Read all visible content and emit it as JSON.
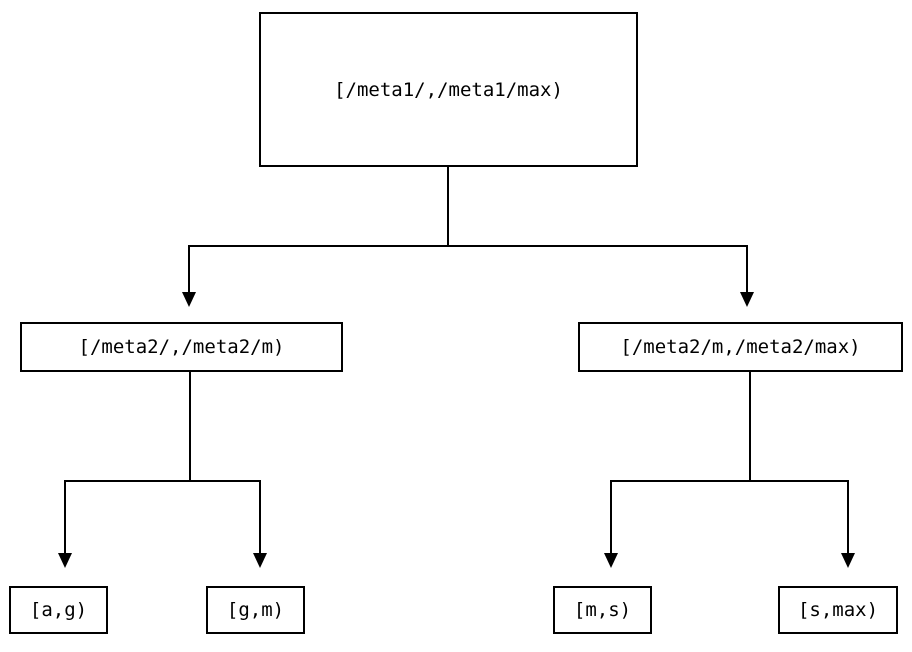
{
  "diagram": {
    "type": "range-partition-tree",
    "background_color": "#ffffff",
    "line_color": "#000000",
    "text_color": "#000000",
    "nodes": {
      "root": {
        "label": "[/meta1/,/meta1/max)"
      },
      "mid_left": {
        "label": "[/meta2/,/meta2/m)"
      },
      "mid_right": {
        "label": "[/meta2/m,/meta2/max)"
      },
      "leaf_1": {
        "label": "[a,g)"
      },
      "leaf_2": {
        "label": "[g,m)"
      },
      "leaf_3": {
        "label": "[m,s)"
      },
      "leaf_4": {
        "label": "[s,max)"
      }
    },
    "edges": [
      {
        "from": "root",
        "to": "mid_left",
        "arrow": "down"
      },
      {
        "from": "root",
        "to": "mid_right",
        "arrow": "down"
      },
      {
        "from": "mid_left",
        "to": "leaf_1",
        "arrow": "down"
      },
      {
        "from": "mid_left",
        "to": "leaf_2",
        "arrow": "down"
      },
      {
        "from": "mid_right",
        "to": "leaf_3",
        "arrow": "down"
      },
      {
        "from": "mid_right",
        "to": "leaf_4",
        "arrow": "down"
      }
    ]
  }
}
